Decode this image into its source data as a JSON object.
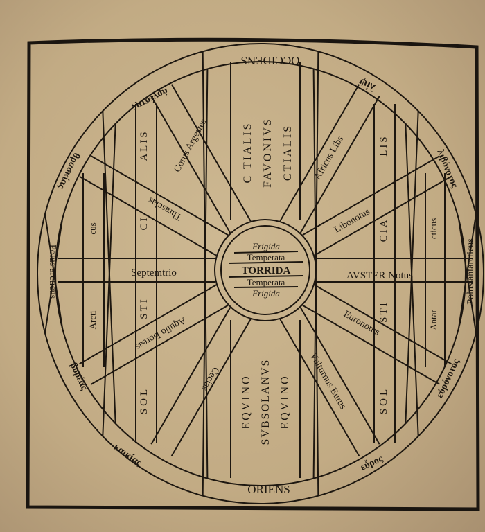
{
  "diagram": {
    "cardinal": {
      "top": "OCCIDENS",
      "bottom": "ORIENS",
      "left": "Septemtrio",
      "right": "AVSTER Notus"
    },
    "ring_labels": {
      "argestes": "ἀργέστης",
      "thrascias": "θρασκίας",
      "polus_arcticus": "Polus arcticus",
      "boreas": "βορέας",
      "kaikias": "καικίας",
      "euros": "εὖρος",
      "euronotos": "εὐρόνοτος",
      "polus_antarcticus": "Polus antarcticus",
      "libonotos": "λιβόνοτος",
      "lips": "λίψ"
    },
    "winds": {
      "corus": "Corus Argestes",
      "africus": "Africus Libs",
      "libonotus": "Libonotus",
      "euronotus": "Euronotus",
      "vulturnus": "Vulturnus Eurus",
      "caecias": "Cecias",
      "aquilo": "Aquilo Boreas",
      "thrascias": "Thrascias"
    },
    "west_columns": [
      "C TIALIS",
      "FAVONIVS",
      "CTIALIS"
    ],
    "east_columns": [
      "EQVINO",
      "SVBSOLANVS",
      "EQVINO"
    ],
    "left_zones": {
      "alis": "ALIS",
      "ci": "CI",
      "cus": "cus",
      "arcti": "Arcti",
      "sti": "STI",
      "sol": "SOL"
    },
    "right_zones": {
      "lis": "LIS",
      "cia": "CIA",
      "cticus": "cticus",
      "antar": "Antar",
      "sti": "STI",
      "sol": "SOL"
    },
    "center_zones": [
      "Frigida",
      "Temperata",
      "TORRIDA",
      "Temperata",
      "Frigida"
    ]
  }
}
